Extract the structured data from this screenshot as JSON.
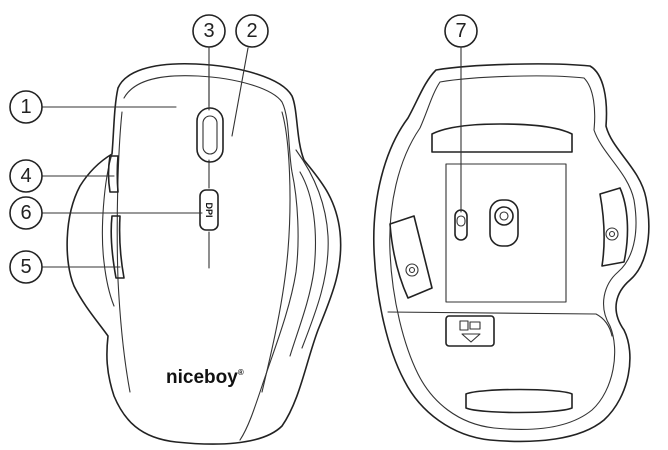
{
  "brand": "niceboy",
  "brand_mark": "®",
  "dpi_label": "DPI",
  "callouts": [
    "1",
    "2",
    "3",
    "4",
    "5",
    "6",
    "7"
  ]
}
